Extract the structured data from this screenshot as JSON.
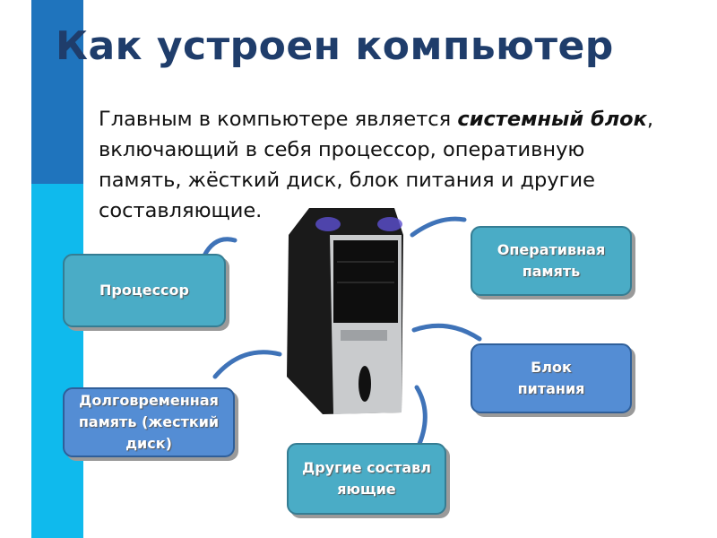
{
  "title": "Как устроен компьютер",
  "body": {
    "pre": "Главным в компьютере является ",
    "bold": "системный блок",
    "post": ", включающий в себя процессор, оперативную память, жёсткий диск, блок питания и другие составляющие."
  },
  "boxes": {
    "cpu": "Процессор",
    "ram": "Оперативная память",
    "psu": "Блок питания",
    "hdd": "Долговременная память (жесткий диск)",
    "other": "Другие составляющие"
  },
  "colors": {
    "teal": "#4aacc6",
    "blue": "#548dd4",
    "bar_dark": "#1f74bd",
    "bar_light": "#0fbaed",
    "title": "#1f3d6b"
  }
}
